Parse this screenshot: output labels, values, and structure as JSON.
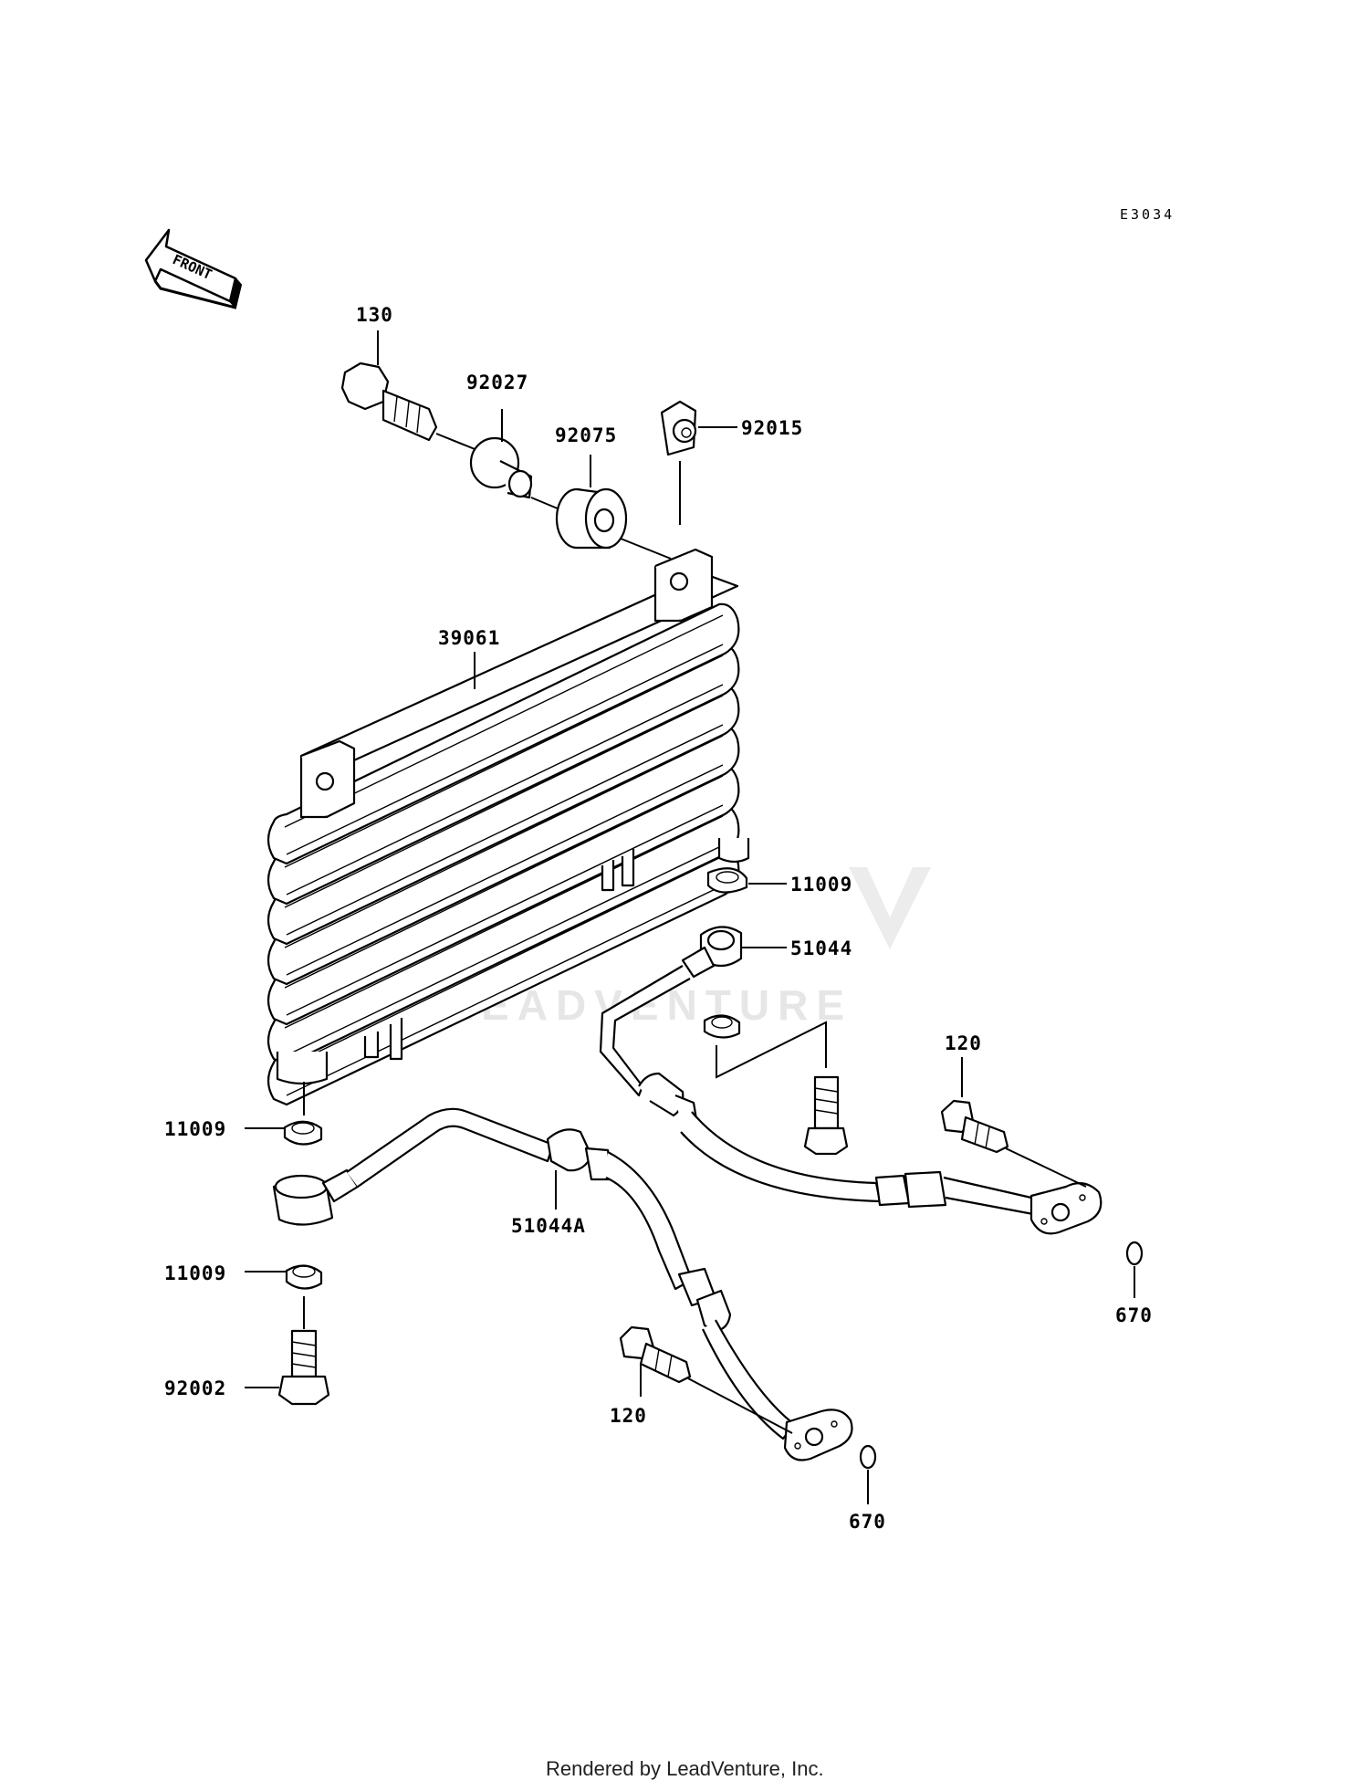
{
  "diagram_code": "E3034",
  "front_arrow_label": "FRONT",
  "watermark": "LEADVENTURE",
  "footer": "Rendered by LeadVenture, Inc.",
  "callouts": {
    "c130": "130",
    "c92027": "92027",
    "c92075": "92075",
    "c92015": "92015",
    "c39061": "39061",
    "c11009_right": "11009",
    "c51044": "51044",
    "c120_right": "120",
    "c11009_left_top": "11009",
    "c51044A": "51044A",
    "c11009_left_bottom": "11009",
    "c92002": "92002",
    "c120_bottom": "120",
    "c670_right": "670",
    "c670_bottom": "670"
  }
}
